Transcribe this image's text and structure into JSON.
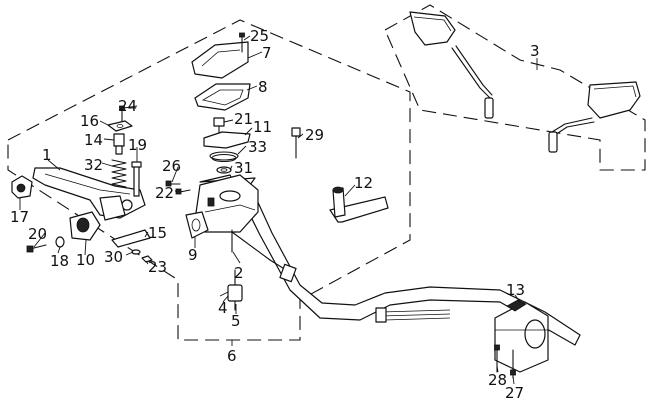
{
  "callouts": [
    {
      "id": "1",
      "text": "1"
    },
    {
      "id": "2",
      "text": "2"
    },
    {
      "id": "3",
      "text": "3"
    },
    {
      "id": "4",
      "text": "4"
    },
    {
      "id": "5",
      "text": "5"
    },
    {
      "id": "6",
      "text": "6"
    },
    {
      "id": "7",
      "text": "7"
    },
    {
      "id": "8",
      "text": "8"
    },
    {
      "id": "9",
      "text": "9"
    },
    {
      "id": "10",
      "text": "10"
    },
    {
      "id": "11",
      "text": "11"
    },
    {
      "id": "12",
      "text": "12"
    },
    {
      "id": "13",
      "text": "13"
    },
    {
      "id": "14",
      "text": "14"
    },
    {
      "id": "15",
      "text": "15"
    },
    {
      "id": "16",
      "text": "16"
    },
    {
      "id": "17",
      "text": "17"
    },
    {
      "id": "18",
      "text": "18"
    },
    {
      "id": "19",
      "text": "19"
    },
    {
      "id": "20",
      "text": "20"
    },
    {
      "id": "21",
      "text": "21"
    },
    {
      "id": "22",
      "text": "22"
    },
    {
      "id": "23",
      "text": "23"
    },
    {
      "id": "24",
      "text": "24"
    },
    {
      "id": "25",
      "text": "25"
    },
    {
      "id": "26",
      "text": "26"
    },
    {
      "id": "27",
      "text": "27"
    },
    {
      "id": "28",
      "text": "28"
    },
    {
      "id": "29",
      "text": "29"
    },
    {
      "id": "30",
      "text": "30"
    },
    {
      "id": "31",
      "text": "31"
    },
    {
      "id": "32",
      "text": "32"
    },
    {
      "id": "33",
      "text": "33"
    }
  ]
}
